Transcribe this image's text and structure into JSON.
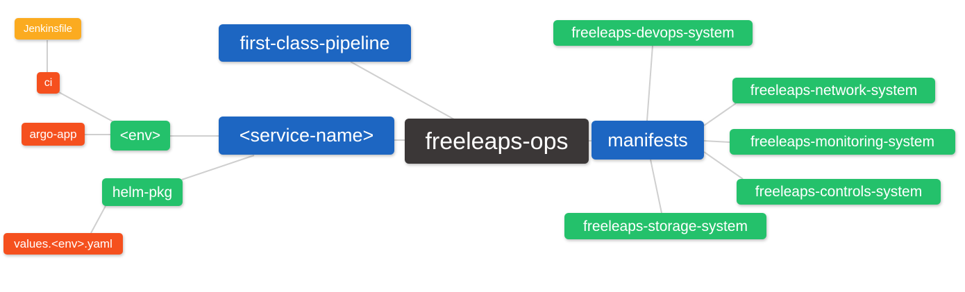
{
  "diagram": {
    "type": "mindmap",
    "root_label": "freeleaps-ops",
    "background": "#ffffff",
    "edge_color": "#cfcfcf"
  },
  "palette": {
    "root_dark": "#3b3737",
    "branch_blue": "#1d66c2",
    "leaf_green": "#24c16b",
    "leaf_red": "#f5501e",
    "leaf_orange": "#fbab20"
  },
  "nodes": {
    "freeleaps_ops": {
      "label": "freeleaps-ops",
      "color": "#3b3737",
      "level": 1
    },
    "first_class_pipeline": {
      "label": "first-class-pipeline",
      "color": "#1d66c2",
      "level": 2
    },
    "service_name": {
      "label": "<service-name>",
      "color": "#1d66c2",
      "level": 2
    },
    "manifests": {
      "label": "manifests",
      "color": "#1d66c2",
      "level": 2
    },
    "env": {
      "label": "<env>",
      "color": "#24c16b",
      "level": 3
    },
    "helm_pkg": {
      "label": "helm-pkg",
      "color": "#24c16b",
      "level": 3
    },
    "devops_system": {
      "label": "freeleaps-devops-system",
      "color": "#24c16b",
      "level": 3
    },
    "network_system": {
      "label": "freeleaps-network-system",
      "color": "#24c16b",
      "level": 3
    },
    "monitoring_system": {
      "label": "freeleaps-monitoring-system",
      "color": "#24c16b",
      "level": 3
    },
    "controls_system": {
      "label": "freeleaps-controls-system",
      "color": "#24c16b",
      "level": 3
    },
    "storage_system": {
      "label": "freeleaps-storage-system",
      "color": "#24c16b",
      "level": 3
    },
    "ci": {
      "label": "ci",
      "color": "#f5501e",
      "level": 4
    },
    "argo_app": {
      "label": "argo-app",
      "color": "#f5501e",
      "level": 4
    },
    "values_env_yaml": {
      "label": "values.<env>.yaml",
      "color": "#f5501e",
      "level": 4
    },
    "jenkinsfile": {
      "label": "Jenkinsfile",
      "color": "#fbab20",
      "level": 5
    }
  },
  "edges": [
    [
      "jenkinsfile",
      "ci"
    ],
    [
      "ci",
      "env"
    ],
    [
      "argo_app",
      "env"
    ],
    [
      "env",
      "service_name"
    ],
    [
      "service_name",
      "helm_pkg"
    ],
    [
      "helm_pkg",
      "values_env_yaml"
    ],
    [
      "first_class_pipeline",
      "freeleaps_ops"
    ],
    [
      "service_name",
      "freeleaps_ops"
    ],
    [
      "freeleaps_ops",
      "manifests"
    ],
    [
      "manifests",
      "devops_system"
    ],
    [
      "manifests",
      "network_system"
    ],
    [
      "manifests",
      "monitoring_system"
    ],
    [
      "manifests",
      "controls_system"
    ],
    [
      "manifests",
      "storage_system"
    ]
  ]
}
